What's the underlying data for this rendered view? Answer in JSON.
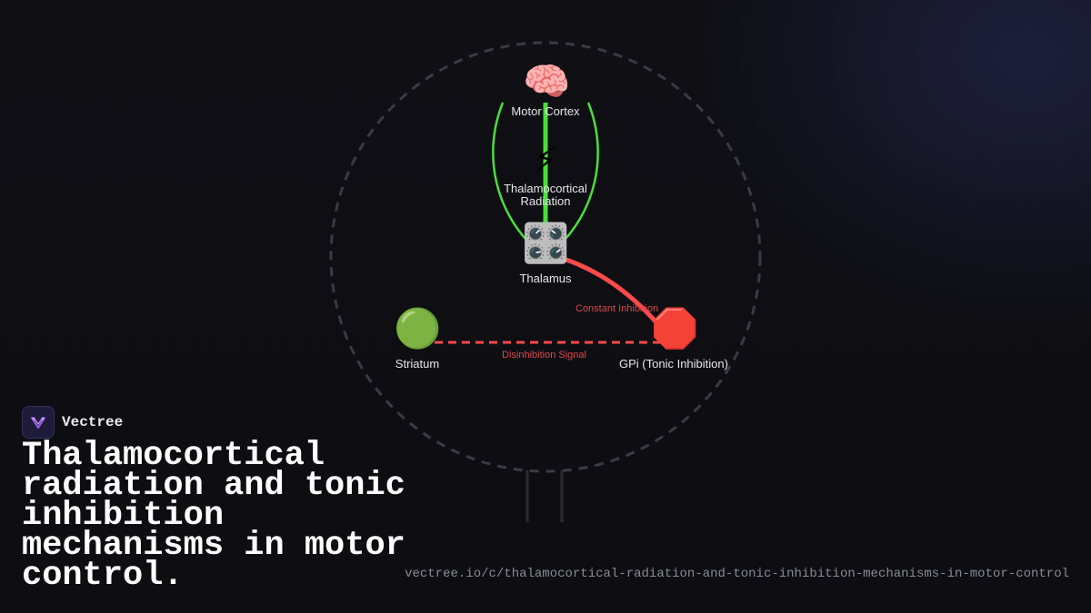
{
  "brand": {
    "name": "Vectree",
    "logo_icon": "vectree-logo-icon",
    "accent": "#9b5de5"
  },
  "title": "Thalamocortical radiation and tonic inhibition mechanisms in motor control.",
  "url": "vectree.io/c/thalamocortical-radiation-and-tonic-inhibition-mechanisms-in-motor-control",
  "diagram": {
    "nodes": [
      {
        "id": "motor-cortex",
        "icon": "brain-icon",
        "glyph": "🧠",
        "label": "Motor Cortex"
      },
      {
        "id": "radiation",
        "icon": "lightning-icon",
        "glyph": "⚡",
        "label": "Thalamocortical Radiation"
      },
      {
        "id": "thalamus",
        "icon": "control-knobs-icon",
        "glyph": "🎛️",
        "label": "Thalamus"
      },
      {
        "id": "striatum",
        "icon": "green-circle-icon",
        "glyph": "🟢",
        "label": "Striatum"
      },
      {
        "id": "gpi",
        "icon": "stop-sign-icon",
        "glyph": "🛑",
        "label": "GPi (Tonic Inhibition)"
      }
    ],
    "edges": [
      {
        "from": "thalamus",
        "to": "motor-cortex",
        "color": "#4cde3a",
        "style": "solid"
      },
      {
        "from": "gpi",
        "to": "thalamus",
        "color": "#ff4a4a",
        "style": "solid",
        "label": "Constant Inhibition"
      },
      {
        "from": "striatum",
        "to": "gpi",
        "color": "#ff4a4a",
        "style": "dashed",
        "label": "Disinhibition Signal"
      }
    ],
    "colors": {
      "excitatory": "#4cde3a",
      "inhibitory": "#ff4a4a",
      "ring": "#3a3a42"
    }
  }
}
